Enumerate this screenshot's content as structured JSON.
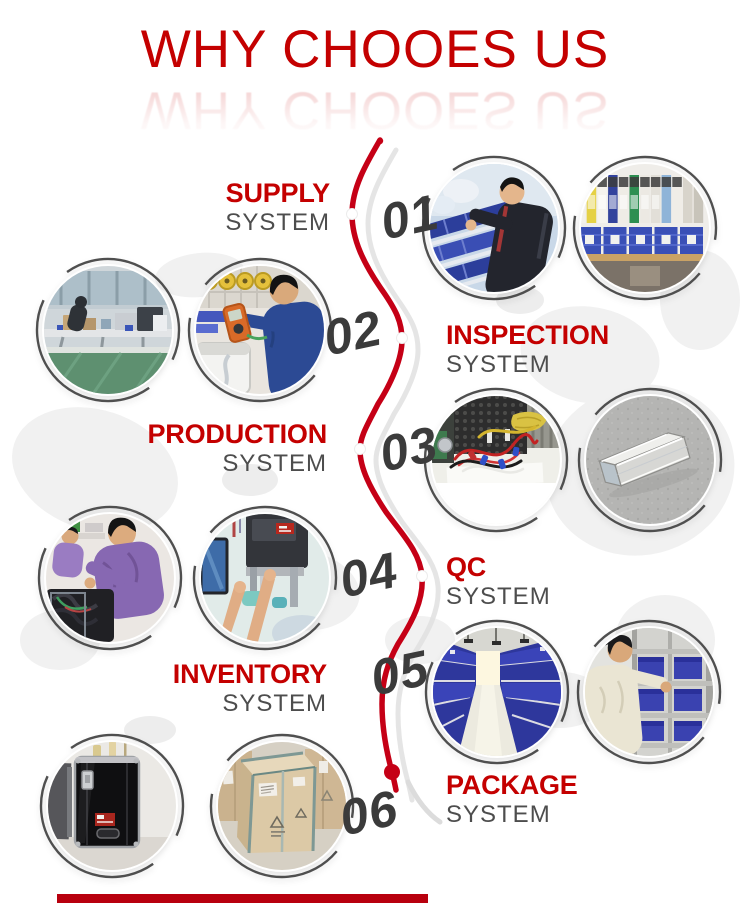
{
  "title": {
    "text": "WHY CHOOES US"
  },
  "steps": [
    {
      "number": "01",
      "label": "SUPPLY",
      "sublabel": "SYSTEM",
      "photos": [
        "warehouse-worker-with-blue-bins",
        "shelf-of-binders-and-files"
      ]
    },
    {
      "number": "02",
      "label": "INSPECTION",
      "sublabel": "SYSTEM",
      "photos": [
        "workshop-assembly-benches",
        "technician-testing-with-multimeter"
      ]
    },
    {
      "number": "03",
      "label": "PRODUCTION",
      "sublabel": "SYSTEM",
      "photos": [
        "wired-electronics-close-up",
        "glass-flow-cell-prism"
      ]
    },
    {
      "number": "04",
      "label": "QC",
      "sublabel": "SYSTEM",
      "photos": [
        "workers-assembling-devices",
        "adjusting-production-machine"
      ]
    },
    {
      "number": "05",
      "label": "INVENTORY",
      "sublabel": "SYSTEM",
      "photos": [
        "warehouse-aisle-blue-bins",
        "worker-picking-from-shelf"
      ]
    },
    {
      "number": "06",
      "label": "PACKAGE",
      "sublabel": "SYSTEM",
      "photos": [
        "black-flight-case",
        "strapped-cartons"
      ]
    }
  ],
  "colors": {
    "accent_red": "#c40000",
    "curve_red": "#c50016",
    "number_gray": "#3b3b3b",
    "system_gray": "#4d4d4d",
    "ring_gray": "#4f4f4f",
    "bottom_bar_red": "#b8000e"
  }
}
